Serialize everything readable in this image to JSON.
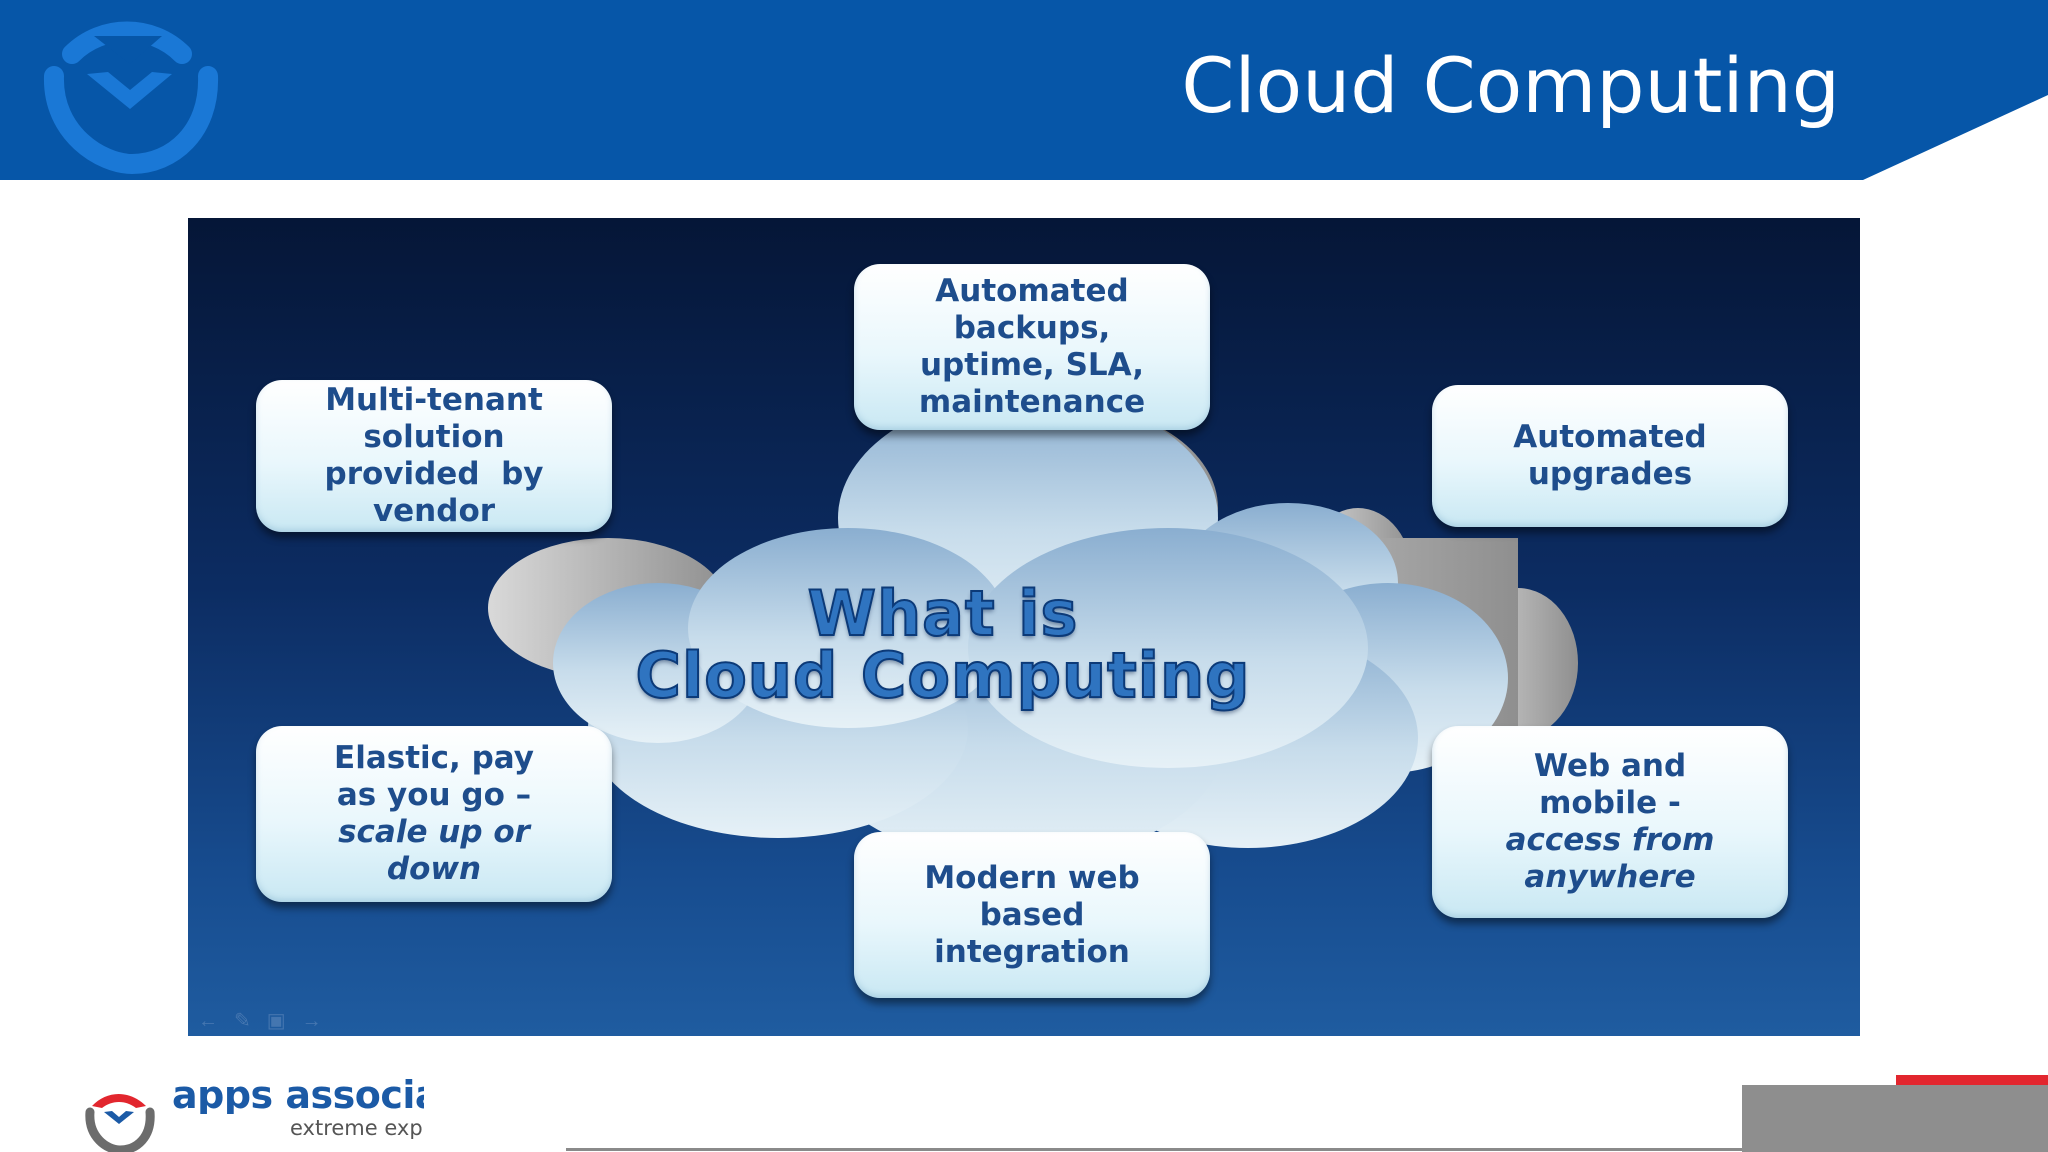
{
  "slide": {
    "title": "Cloud Computing",
    "center": {
      "line1": "What is",
      "line2": "Cloud Computing"
    },
    "boxes": {
      "top_center": {
        "lines": [
          "Automated",
          "backups,",
          "uptime, SLA,",
          "maintenance"
        ]
      },
      "top_left": {
        "lines": [
          "Multi-tenant",
          "solution",
          "provided  by",
          "vendor"
        ]
      },
      "top_right": {
        "lines": [
          "Automated",
          "upgrades"
        ]
      },
      "bottom_left": {
        "lines": [
          "Elastic, pay",
          "as you go –"
        ],
        "italic_lines": [
          "scale up or",
          "down"
        ]
      },
      "bottom_center": {
        "lines": [
          "Modern web",
          "based",
          "integration"
        ]
      },
      "bottom_right": {
        "lines": [
          "Web and",
          "mobile -"
        ],
        "italic_lines": [
          "access from",
          "anywhere"
        ]
      }
    }
  },
  "footer": {
    "brand_name": "apps associa",
    "brand_tagline": "extreme exp"
  },
  "colors": {
    "header_blue": "#0656a8",
    "text_blue": "#1e4d8c",
    "accent_red": "#e2262e"
  },
  "icons": {
    "header_logo": "brand-logo-icon",
    "footer_logo": "brand-logo-icon",
    "nav": [
      "back-arrow-icon",
      "pen-icon",
      "slides-icon",
      "forward-arrow-icon"
    ]
  }
}
